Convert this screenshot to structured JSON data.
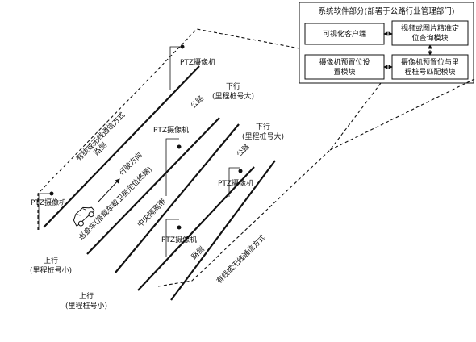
{
  "system_panel": {
    "title": "系统软件部分(部署于公路行业管理部门)",
    "modules": {
      "client": "可视化客户端",
      "query": [
        "视频或图片精准定",
        "位查询模块"
      ],
      "preset_set": [
        "摄像机预置位设",
        "置模块"
      ],
      "preset_match": [
        "摄像机预置位与里",
        "程桩号匹配模块"
      ]
    }
  },
  "labels": {
    "comm_top": "有线或无线通信方式",
    "comm_bottom": "有线或无线通信方式",
    "roadside_upper": "路侧",
    "roadside_lower": "路侧",
    "highway_upper": "公路",
    "highway_lower": "公路",
    "median": "中央隔离带",
    "driving_direction": "行驶方向",
    "vehicle": "巡查车(搭载车载卫星定位终端)",
    "down_upper": [
      "下行",
      "(里程桩号大)"
    ],
    "down_lower": [
      "下行",
      "(里程桩号大)"
    ],
    "up_upper": [
      "上行",
      "(里程桩号小)"
    ],
    "up_lower": [
      "上行",
      "(里程桩号小)"
    ]
  },
  "cameras": {
    "cam_left": "PTZ摄像机",
    "cam_top": "PTZ摄像机",
    "cam_mid": "PTZ摄像机",
    "cam_right": "PTZ摄像机",
    "cam_bottom": "PTZ摄像机"
  }
}
